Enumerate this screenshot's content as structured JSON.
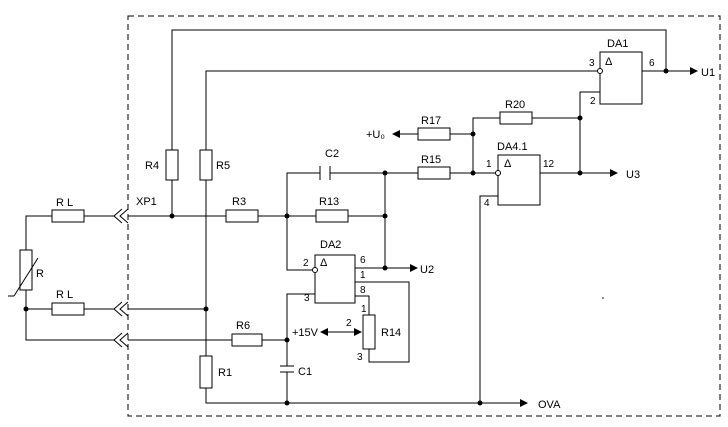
{
  "labels": {
    "da1": "DA1",
    "da2": "DA2",
    "da41": "DA4.1",
    "xp1": "XP1",
    "r": "R",
    "rl1": "R L",
    "rl2": "R L",
    "r1": "R1",
    "r3": "R3",
    "r4": "R4",
    "r5": "R5",
    "r6": "R6",
    "r13": "R13",
    "r14": "R14",
    "r15": "R15",
    "r17": "R17",
    "r20": "R20",
    "c1": "C1",
    "c2": "C2",
    "u1": "U1",
    "u2": "U2",
    "u3": "U3",
    "uo": "+U₀",
    "v15": "+15V",
    "ova": "OVA",
    "tri": "Δ"
  },
  "pins": {
    "da1_3": "3",
    "da1_2": "2",
    "da1_6": "6",
    "da41_1": "1",
    "da41_4": "4",
    "da41_12": "12",
    "da2_2": "2",
    "da2_3": "3",
    "da2_6": "6",
    "da2_1": "1",
    "da2_8": "8",
    "r14_1": "1",
    "r14_2": "2",
    "r14_3": "3"
  }
}
